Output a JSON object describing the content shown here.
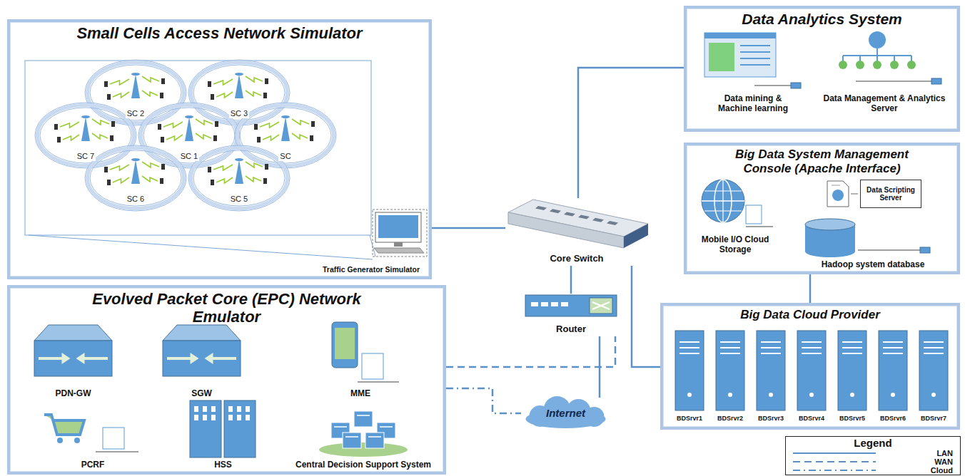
{
  "diagram": {
    "nodes": [
      {
        "text": [
          "Small Cells Access Network Simulator"
        ]
      },
      {
        "text": [
          "SC 2"
        ],
        "in": 0
      },
      {
        "text": [
          "SC 3"
        ],
        "in": 0
      },
      {
        "text": [
          "SC 7"
        ],
        "in": 0
      },
      {
        "text": [
          "SC 1"
        ],
        "in": 0
      },
      {
        "text": [
          "SC"
        ],
        "in": 0
      },
      {
        "text": [
          "SC 6"
        ],
        "in": 0
      },
      {
        "text": [
          "SC 5"
        ],
        "in": 0
      },
      {
        "text": [
          "Traffic Generator Simulator"
        ],
        "in": 0
      },
      {
        "text": [
          "Data Analytics System"
        ]
      },
      {
        "text": [
          "Data mining & Machine learning"
        ],
        "in": 9
      },
      {
        "text": [
          "Data Management & Analytics Server"
        ],
        "in": 9
      },
      {
        "text": [
          "Big Data System Management Console (Apache Interface)"
        ]
      },
      {
        "text": [
          "Mobile I/O Cloud Storage"
        ],
        "in": 12
      },
      {
        "text": [
          "Data Scripting Server"
        ],
        "in": 12
      },
      {
        "text": [
          "Hadoop system database"
        ],
        "in": 12
      },
      {
        "text": [
          "Core Switch"
        ]
      },
      {
        "text": [
          "Router"
        ]
      },
      {
        "text": [
          "Evolved Packet Core (EPC) Network Emulator"
        ]
      },
      {
        "text": [
          "PDN-GW"
        ],
        "in": 18
      },
      {
        "text": [
          "SGW"
        ],
        "in": 18
      },
      {
        "text": [
          "MME"
        ],
        "in": 18
      },
      {
        "text": [
          "PCRF"
        ],
        "in": 18
      },
      {
        "text": [
          "HSS"
        ],
        "in": 18
      },
      {
        "text": [
          "Central Decision Support System"
        ],
        "in": 18
      },
      {
        "text": [
          "Big Data Cloud Provider"
        ]
      },
      {
        "text": [
          "BDSrvr1"
        ],
        "in": 25
      },
      {
        "text": [
          "BDSrvr2"
        ],
        "in": 25
      },
      {
        "text": [
          "BDSrvr3"
        ],
        "in": 25
      },
      {
        "text": [
          "BDSrvr4"
        ],
        "in": 25
      },
      {
        "text": [
          "BDSrvr5"
        ],
        "in": 25
      },
      {
        "text": [
          "BDSrvr6"
        ],
        "in": 25
      },
      {
        "text": [
          "BDSrvr7"
        ],
        "in": 25
      },
      {
        "text": [
          "Internet"
        ]
      }
    ],
    "edges": [
      {
        "from": 8,
        "to": 16,
        "arrow": "none"
      },
      {
        "from": 16,
        "to": 9,
        "arrow": "none"
      },
      {
        "from": 16,
        "to": 25,
        "arrow": "none"
      },
      {
        "from": 17,
        "to": 16,
        "arrow": "none"
      },
      {
        "from": 17,
        "to": 33,
        "arrow": "none"
      },
      {
        "from": 18,
        "to": 17,
        "arrow": "none"
      },
      {
        "from": 18,
        "to": 33,
        "arrow": "none"
      },
      {
        "from": 12,
        "to": 25,
        "arrow": "none"
      }
    ],
    "labels": [
      "Legend"
    ],
    "legend": [
      {
        "text": "LAN"
      },
      {
        "text": "WAN"
      },
      {
        "text": "Cloud"
      }
    ]
  }
}
